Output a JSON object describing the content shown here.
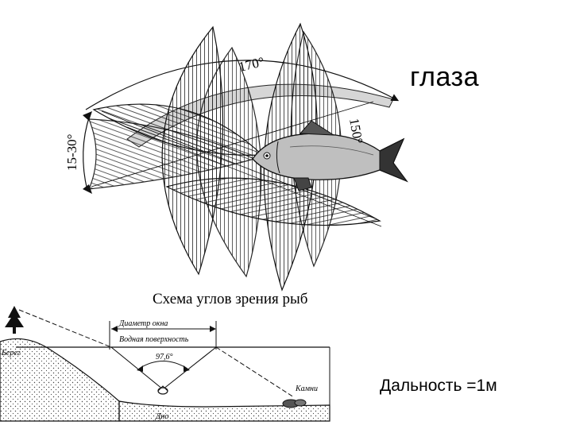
{
  "slide": {
    "title": "глаза",
    "distance_text": "Дальность =1м"
  },
  "fish_diagram": {
    "caption": "Схема углов зрения рыб",
    "angle_top": "170°",
    "angle_right": "150°",
    "angle_left": "15-30°"
  },
  "window_diagram": {
    "window_diameter": "Диаметр окна",
    "water_surface": "Водная поверхность",
    "angle": "97,6°",
    "shore": "Берег",
    "stones": "Камни",
    "bottom": "Дно"
  }
}
